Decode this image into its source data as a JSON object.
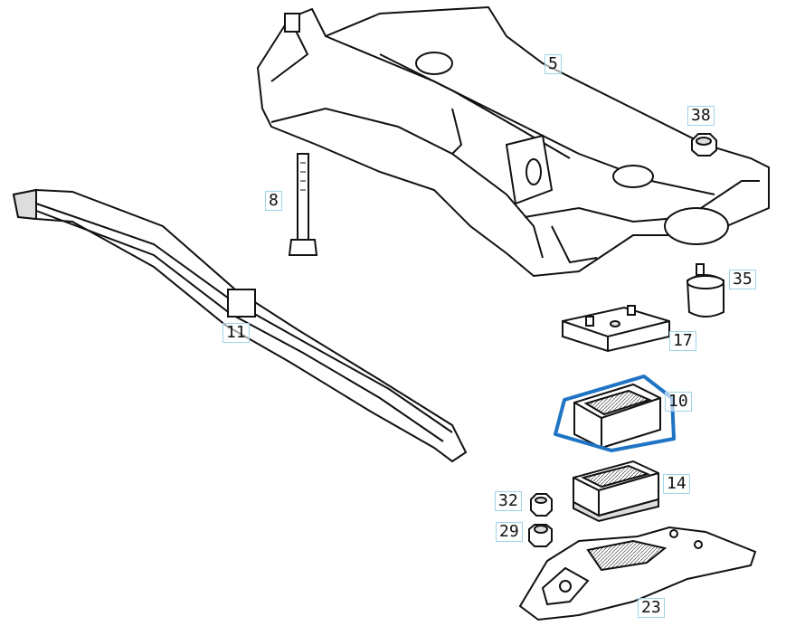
{
  "diagram": {
    "callouts": {
      "p5": "5",
      "p38": "38",
      "p8": "8",
      "p35": "35",
      "p11": "11",
      "p17": "17",
      "p10": "10",
      "p14": "14",
      "p32": "32",
      "p29": "29",
      "p23": "23"
    },
    "highlight_color": "#1f74c4",
    "line_color": "#111111"
  }
}
